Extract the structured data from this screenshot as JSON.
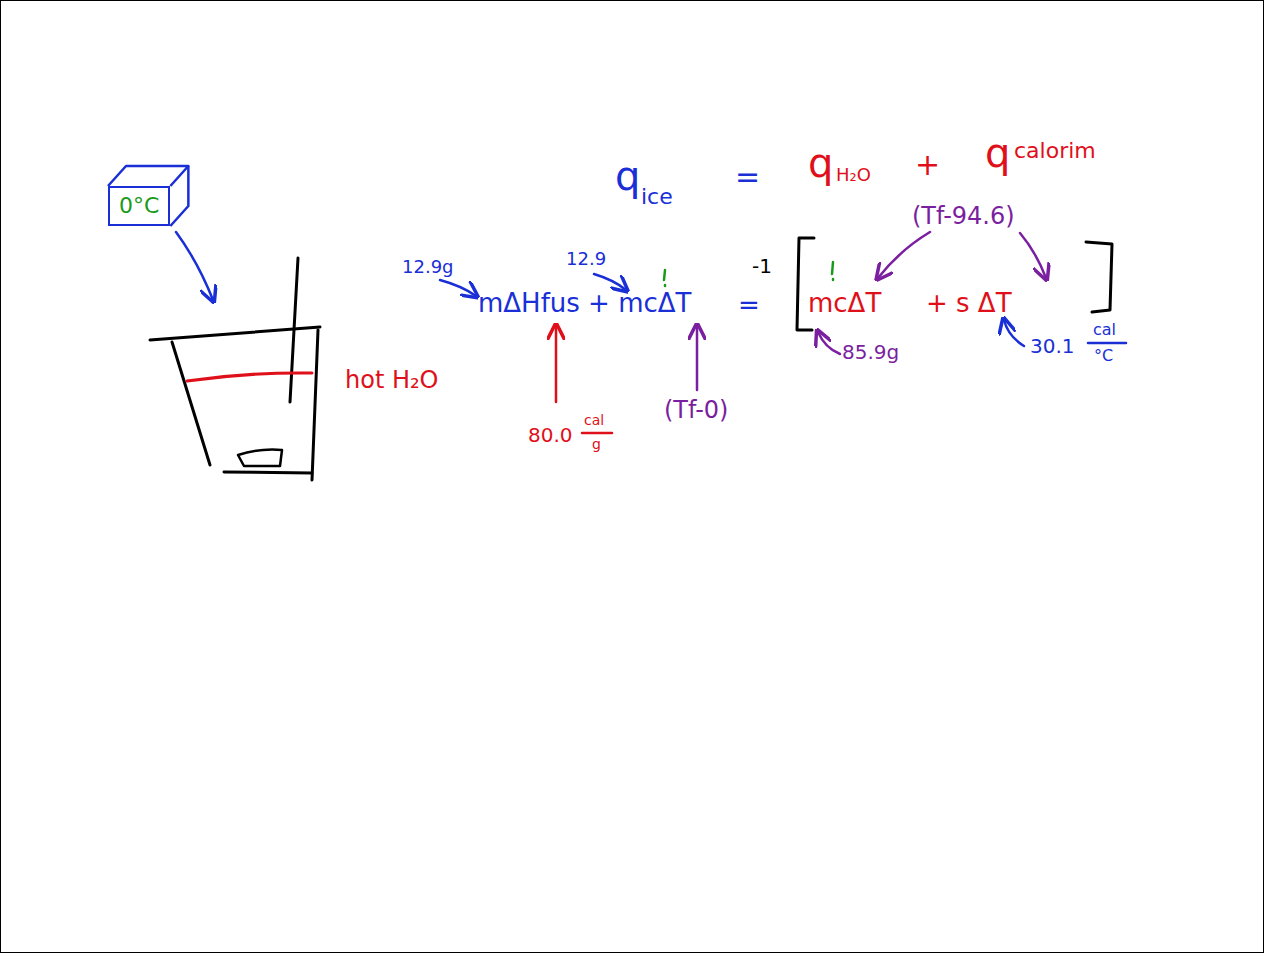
{
  "diagram": {
    "nodes": [
      {
        "text": [
          "0°C"
        ]
      }
    ],
    "labels": [
      "q",
      "ice",
      "=",
      "q",
      "H₂O",
      "+",
      "q",
      "calorim",
      "(Tf-94.6)",
      "12.9g",
      "12.9",
      "mΔHfus + mcΔT",
      "=",
      "-1",
      "mcΔT",
      "+ s ΔT",
      "85.9g",
      "30.1",
      "cal",
      "°C",
      "hot H₂O",
      "80.0",
      "cal",
      "g",
      "(Tf-0)"
    ]
  }
}
